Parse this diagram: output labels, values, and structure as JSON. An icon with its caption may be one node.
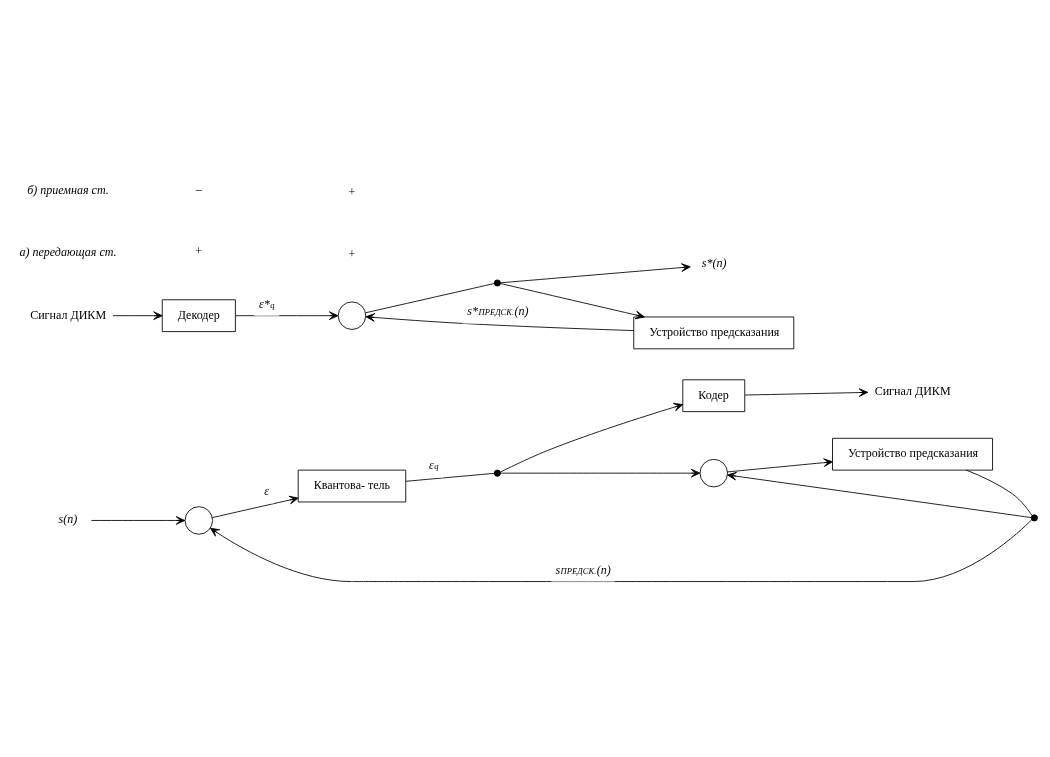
{
  "diagram": {
    "nodes": [
      {
        "text": [
          "s(n)"
        ]
      },
      {
        "text": [],
        "shape": "circle"
      },
      {
        "text": [
          "Квантова- тель"
        ]
      },
      {
        "text": [],
        "shape": "dot"
      },
      {
        "text": [
          "Кодер"
        ]
      },
      {
        "text": [
          "Сигнал ДИКМ"
        ]
      },
      {
        "text": [],
        "shape": "circle"
      },
      {
        "text": [
          "Устройство предсказания"
        ]
      },
      {
        "text": [],
        "shape": "dot"
      },
      {
        "text": [
          "Сигнал ДИКМ"
        ]
      },
      {
        "text": [
          "Декодер"
        ]
      },
      {
        "text": [],
        "shape": "circle"
      },
      {
        "text": [],
        "shape": "dot"
      },
      {
        "text": [
          "s*(n)"
        ]
      },
      {
        "text": [
          "Устройство предсказания"
        ]
      }
    ],
    "edges": [
      {
        "from": 0,
        "to": 1,
        "arrow": "to"
      },
      {
        "from": 1,
        "to": 2,
        "arrow": "to",
        "label": "ε"
      },
      {
        "from": 2,
        "to": 3,
        "arrow": "none",
        "label": "ε$_{q}$"
      },
      {
        "from": 3,
        "to": 4,
        "arrow": "to"
      },
      {
        "from": 4,
        "to": 5,
        "arrow": "to"
      },
      {
        "from": 3,
        "to": 6,
        "arrow": "to"
      },
      {
        "from": 6,
        "to": 7,
        "arrow": "to"
      },
      {
        "from": 7,
        "to": 8,
        "arrow": "none"
      },
      {
        "from": 8,
        "to": 1,
        "arrow": "to",
        "label": "s$_{ПРЕДСК.}$(n)"
      },
      {
        "from": 8,
        "to": 6,
        "arrow": "to"
      },
      {
        "from": 9,
        "to": 10,
        "arrow": "to"
      },
      {
        "from": 10,
        "to": 11,
        "arrow": "to",
        "label": "ε*$_{q}$"
      },
      {
        "from": 11,
        "to": 12,
        "arrow": "none"
      },
      {
        "from": 12,
        "to": 13,
        "arrow": "to"
      },
      {
        "from": 12,
        "to": 14,
        "arrow": "to"
      },
      {
        "from": 14,
        "to": 11,
        "arrow": "to",
        "label": "s*$_{ПРЕДСК.}$(n)"
      }
    ],
    "labels": [
      "а) передающая ст.",
      "+",
      "–",
      "б) приемная ст.",
      "+",
      "+"
    ]
  }
}
